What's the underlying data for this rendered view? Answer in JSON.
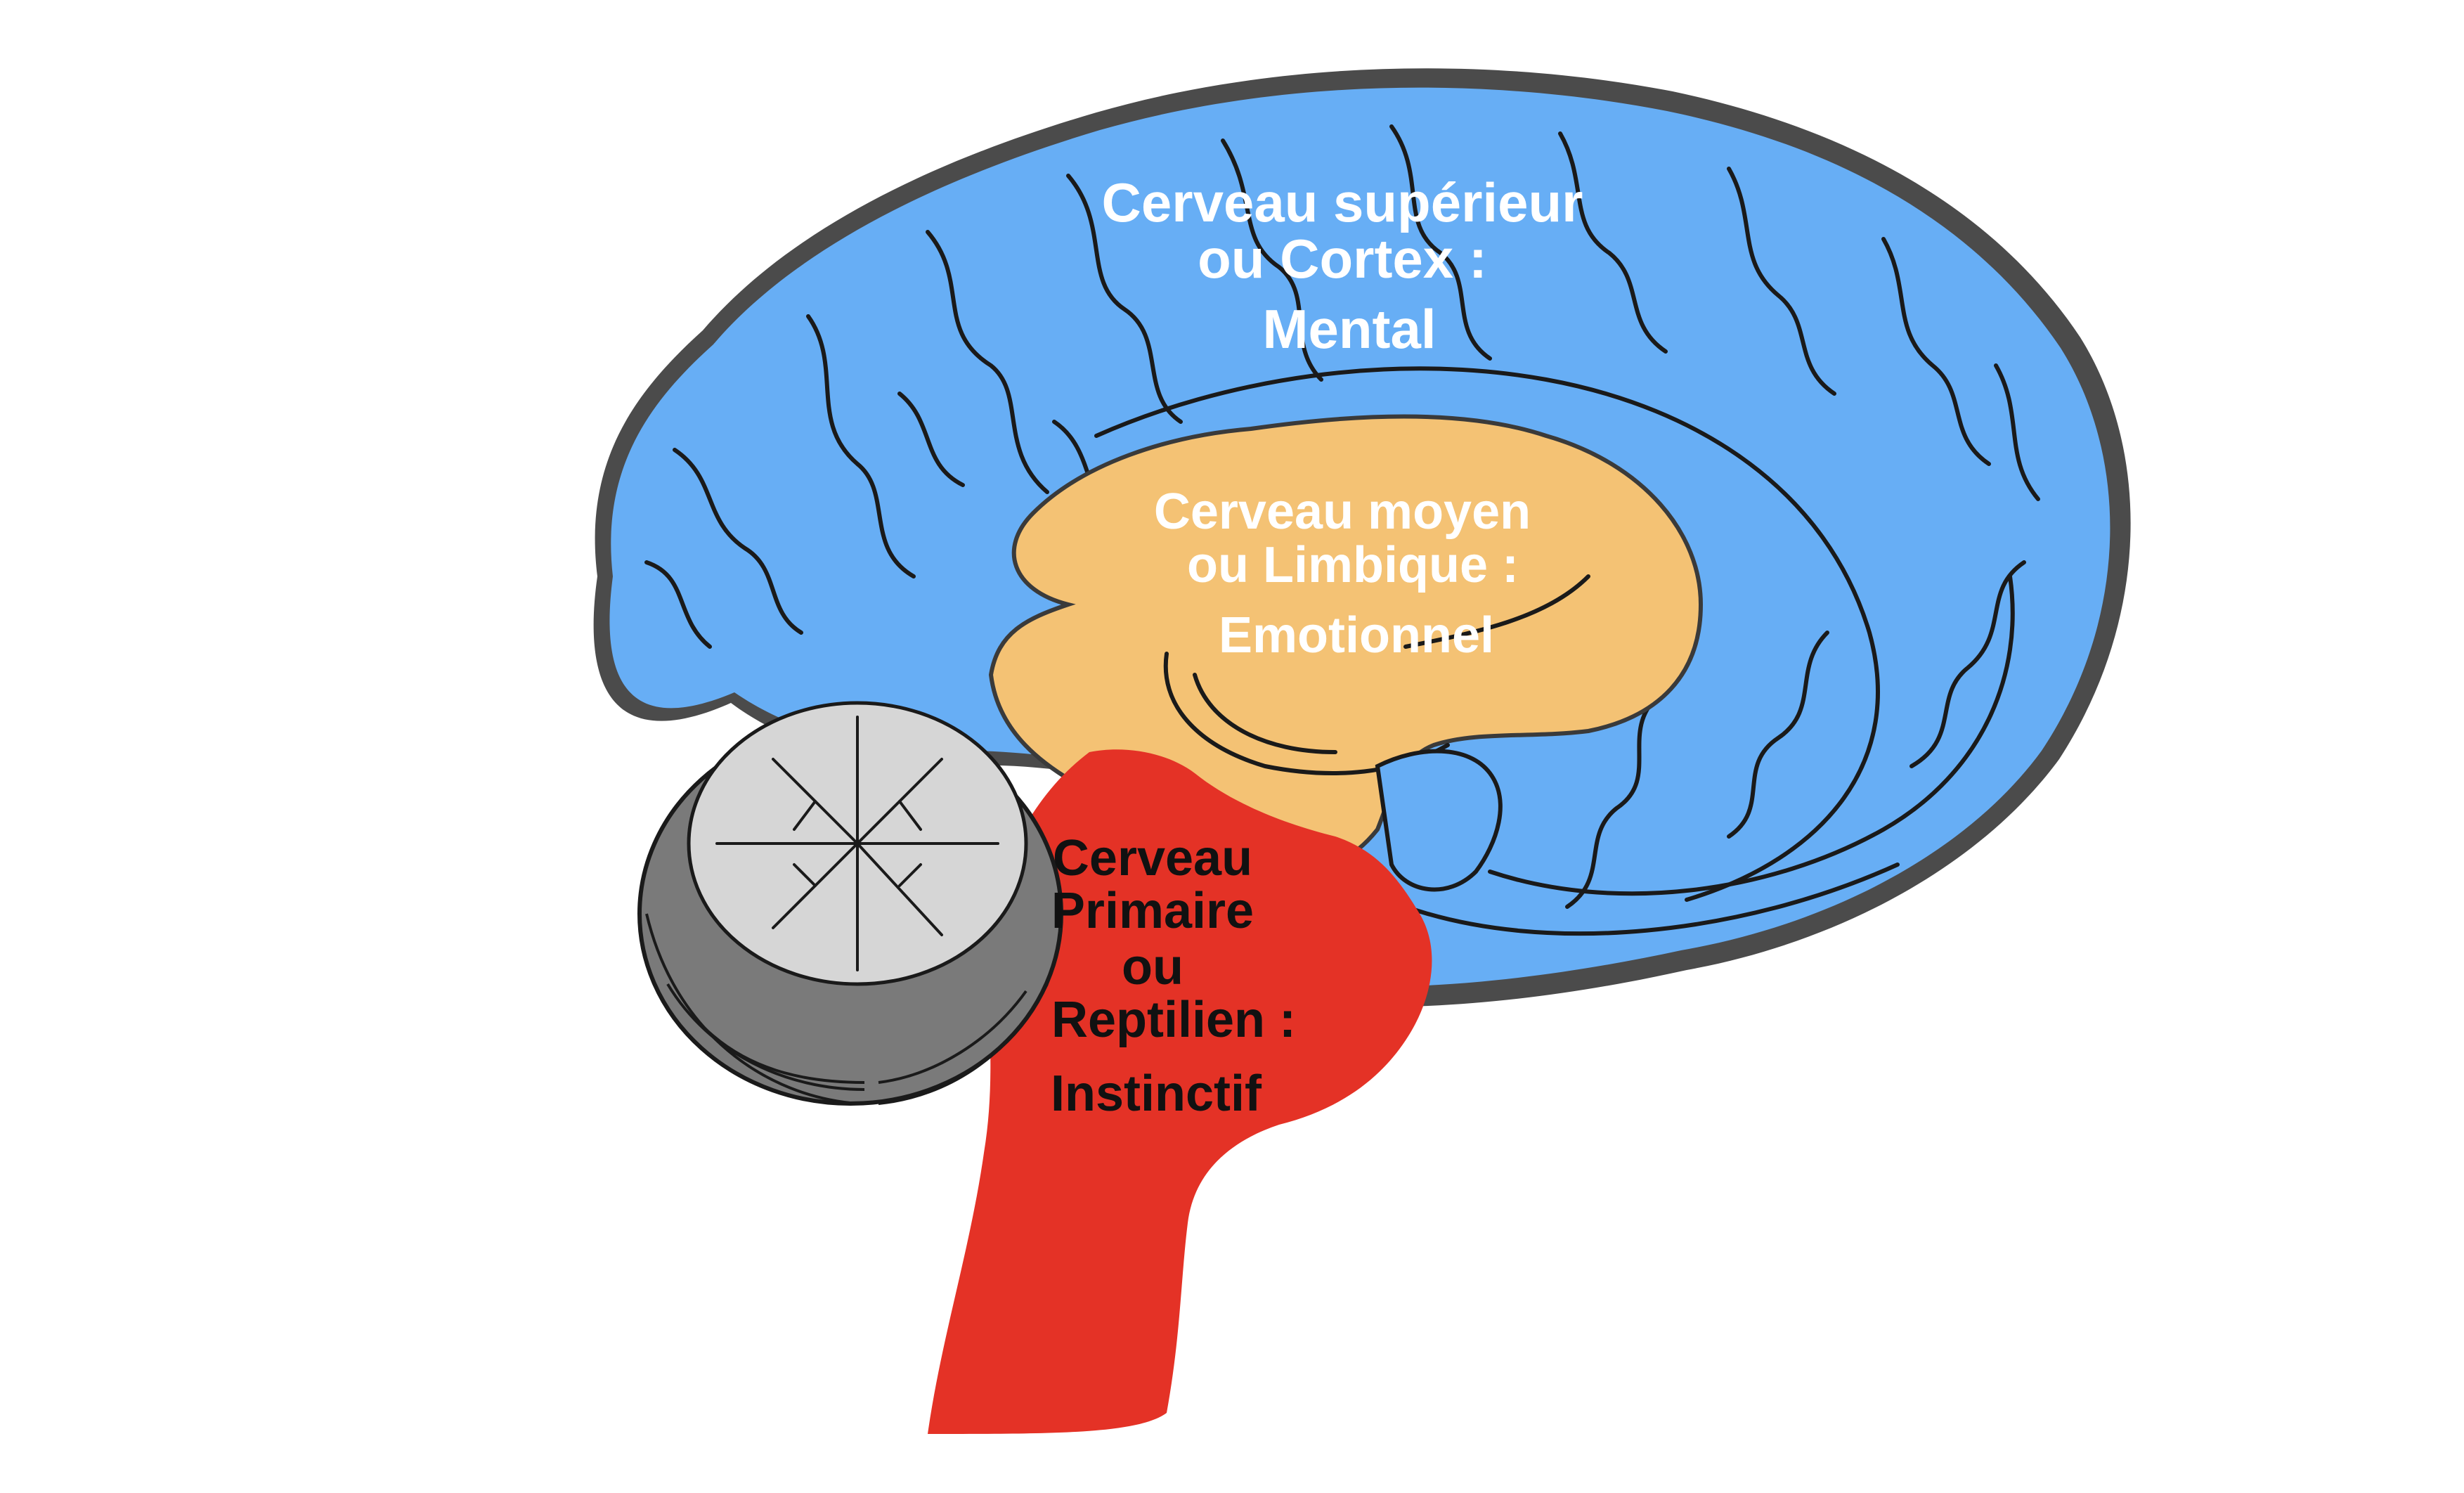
{
  "regions": {
    "cortex": {
      "line1": "Cerveau supérieur",
      "line2": "ou Cortex :",
      "line3": "Mental",
      "fill": "#67aef5",
      "text_color": "#ffffff"
    },
    "limbic": {
      "line1": "Cerveau moyen",
      "line2": "ou Limbique :",
      "line3": "Emotionnel",
      "fill": "#f4c274",
      "text_color": "#ffffff"
    },
    "reptilian": {
      "line1": "Cerveau",
      "line2": "Primaire",
      "line3": "ou",
      "line4": "Reptilien :",
      "line5": "Instinctif",
      "fill": "#e43226",
      "text_color": "#111111"
    },
    "cerebellum": {
      "fill_inner": "#d6d6d6",
      "fill_outer": "#7a7a7a"
    },
    "outline": "#4b4b4b",
    "fold_line": "#1a1a1a"
  }
}
